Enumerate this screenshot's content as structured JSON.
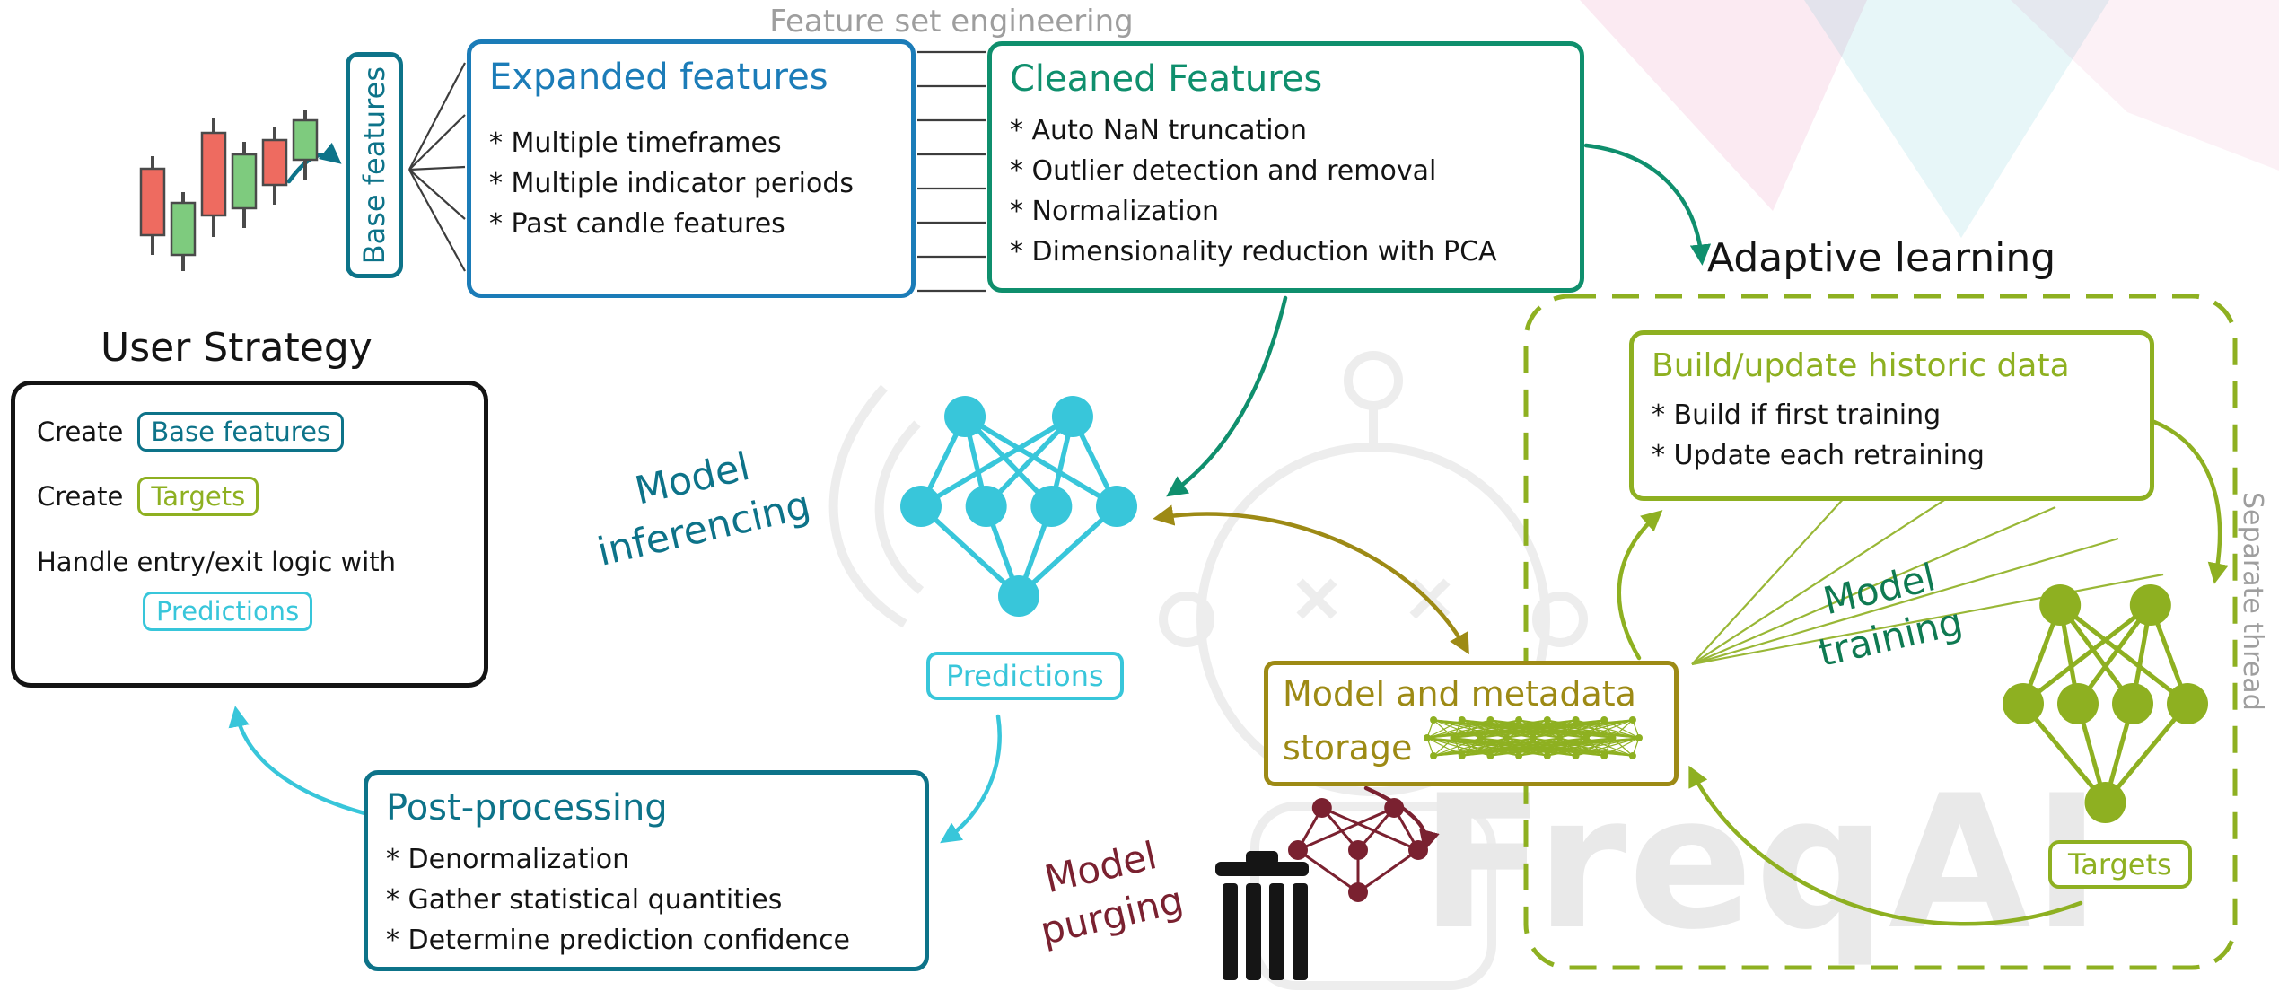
{
  "colors": {
    "blue": "#1b7cb8",
    "teal": "#0d7389",
    "green": "#0f8f6d",
    "dark_green": "#0f7a52",
    "olive": "#8eb021",
    "dark_yellow": "#9d8a15",
    "cyan": "#38c6da",
    "dark_red": "#7a2130",
    "gray": "#9e9e9e",
    "ink": "#141414"
  },
  "top": {
    "feature_set_engineering": "Feature set engineering",
    "base_features_vertical": "Base features",
    "expanded_features": {
      "title": "Expanded features",
      "items": [
        "* Multiple timeframes",
        "* Multiple indicator periods",
        "* Past candle features"
      ]
    },
    "cleaned_features": {
      "title": "Cleaned Features",
      "items": [
        "* Auto NaN truncation",
        "* Outlier detection and removal",
        "* Normalization",
        "* Dimensionality reduction with PCA"
      ]
    }
  },
  "user_strategy": {
    "heading": "User Strategy",
    "create_label_1": "Create",
    "chip_base_features": "Base features",
    "create_label_2": "Create",
    "chip_targets": "Targets",
    "handle_text": "Handle entry/exit logic with",
    "chip_predictions": "Predictions"
  },
  "inference": {
    "annotation_line1": "Model",
    "annotation_line2": "inferencing",
    "predictions_chip": "Predictions"
  },
  "post_processing": {
    "title": "Post-processing",
    "items": [
      "* Denormalization",
      "* Gather statistical quantities",
      "* Determine prediction confidence"
    ]
  },
  "storage": {
    "title_line1": "Model and metadata",
    "title_line2": "storage"
  },
  "purging": {
    "annotation_line1": "Model",
    "annotation_line2": "purging"
  },
  "adaptive": {
    "heading": "Adaptive learning",
    "build_update": {
      "title": "Build/update historic data",
      "items": [
        "* Build if first training",
        "* Update each retraining"
      ]
    },
    "training_line1": "Model",
    "training_line2": "training",
    "targets_chip": "Targets",
    "separate_thread": "Separate thread"
  },
  "watermark": "FreqAI",
  "icons": {
    "candlestick": "candlestick-chart-icon",
    "nn_inference": "neural-network-icon",
    "nn_training": "neural-network-icon",
    "nn_purged": "neural-network-icon",
    "nn_storage": "neural-network-icon",
    "trash": "trash-can-icon",
    "robot": "freqai-robot-watermark"
  }
}
